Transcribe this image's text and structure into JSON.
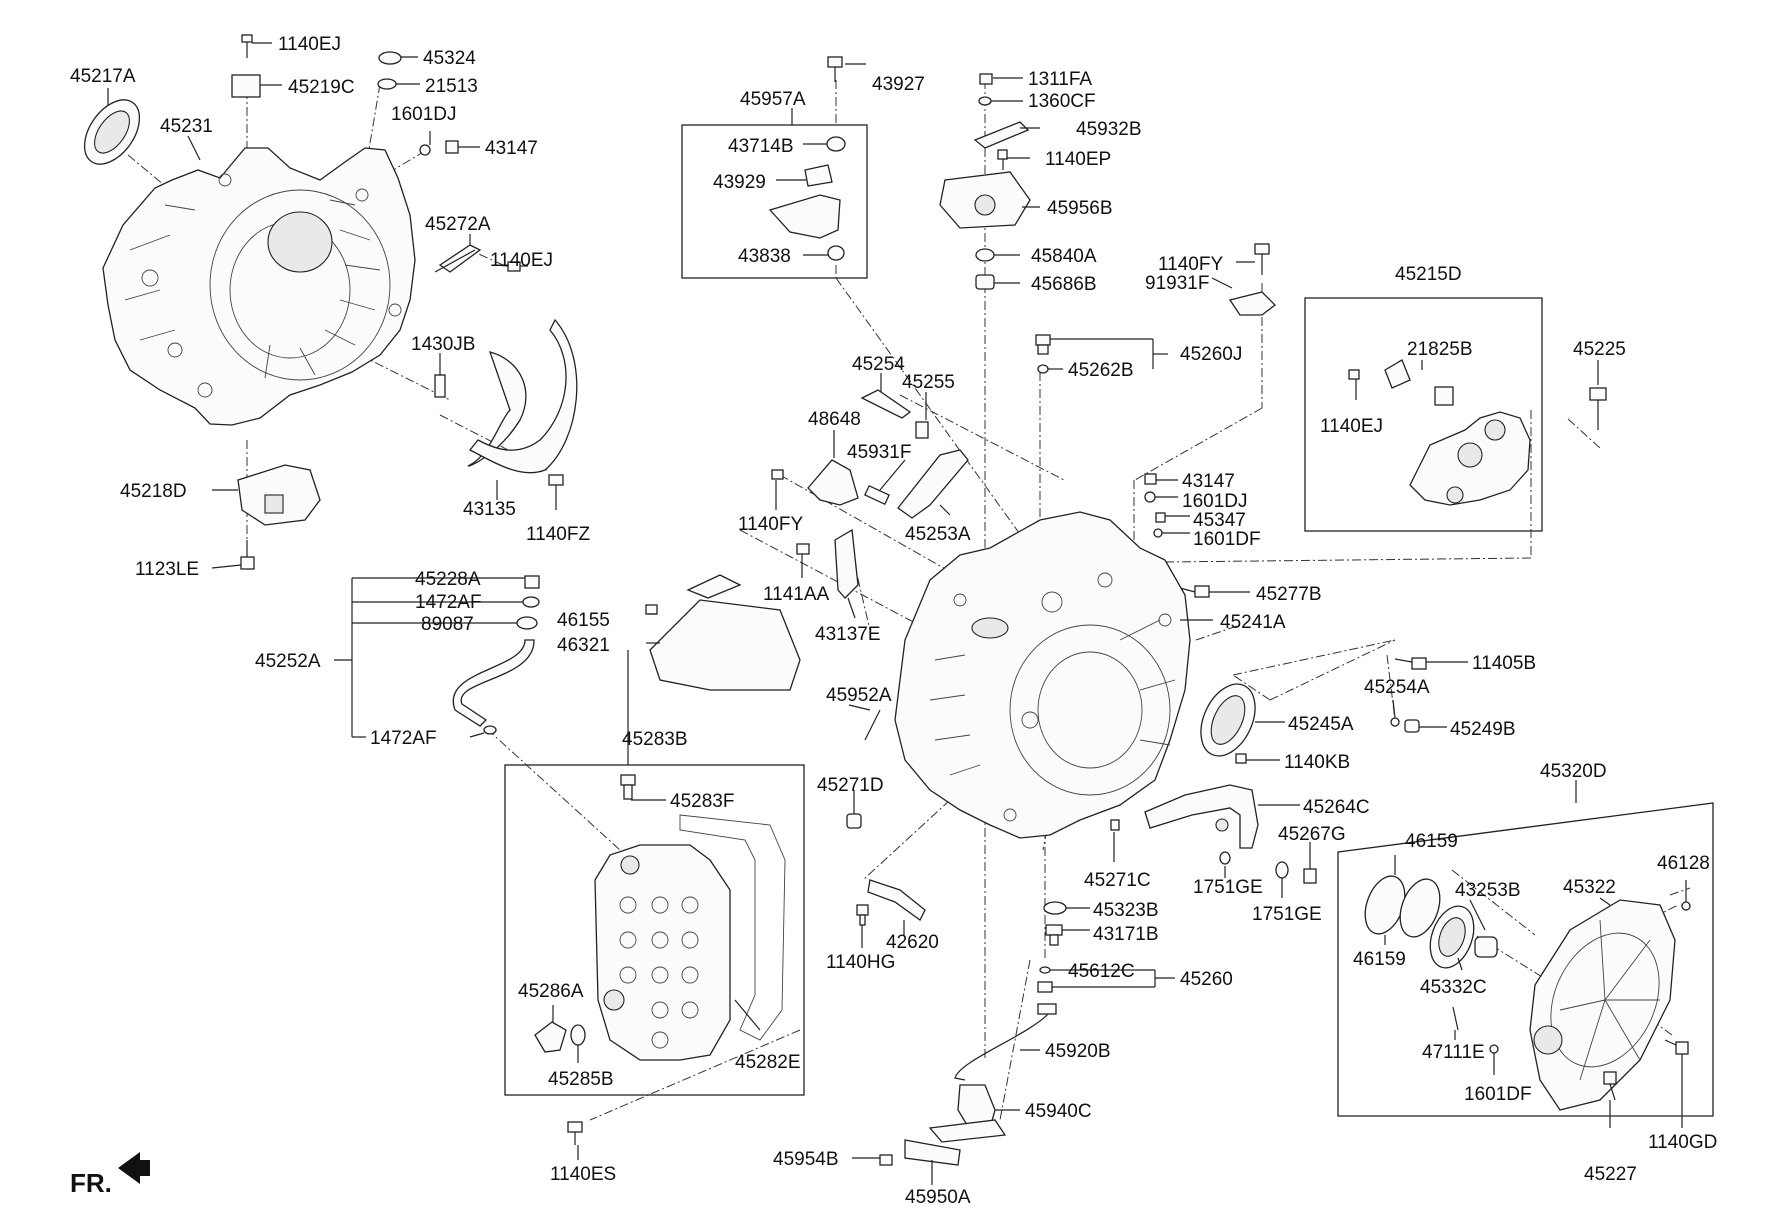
{
  "diagram": {
    "corner_label": "FR.",
    "part_numbers": {
      "p1140EJ_a": "1140EJ",
      "p45324": "45324",
      "p45217A": "45217A",
      "p45219C": "45219C",
      "p21513": "21513",
      "p45231": "45231",
      "p1601DJ_a": "1601DJ",
      "p43147_a": "43147",
      "p45272A": "45272A",
      "p1140EJ_b": "1140EJ",
      "p1430JB": "1430JB",
      "p45218D": "45218D",
      "p43135": "43135",
      "p1140FZ": "1140FZ",
      "p1123LE": "1123LE",
      "p45957A": "45957A",
      "p43927": "43927",
      "p43714B": "43714B",
      "p43929": "43929",
      "p43838": "43838",
      "p1311FA": "1311FA",
      "p1360CF": "1360CF",
      "p45932B": "45932B",
      "p1140EP": "1140EP",
      "p45956B": "45956B",
      "p45840A": "45840A",
      "p45686B": "45686B",
      "p1140FY_a": "1140FY",
      "p91931F": "91931F",
      "p45260J": "45260J",
      "p45262B": "45262B",
      "p45215D": "45215D",
      "p21825B": "21825B",
      "p45225": "45225",
      "p1140EJ_c": "1140EJ",
      "p45254": "45254",
      "p45255": "45255",
      "p48648": "48648",
      "p45931F": "45931F",
      "p1140FY_b": "1140FY",
      "p45253A": "45253A",
      "p43147_b": "43147",
      "p1601DJ_b": "1601DJ",
      "p45347": "45347",
      "p1601DF_a": "1601DF",
      "p45277B": "45277B",
      "p45241A": "45241A",
      "p1141AA": "1141AA",
      "p43137E": "43137E",
      "p46155": "46155",
      "p46321": "46321",
      "p45228A": "45228A",
      "p1472AF_a": "1472AF",
      "p89087": "89087",
      "p45252A": "45252A",
      "p1472AF_b": "1472AF",
      "p11405B": "11405B",
      "p45254A": "45254A",
      "p45249B": "45249B",
      "p45245A": "45245A",
      "p45952A": "45952A",
      "p1140KB": "1140KB",
      "p45264C": "45264C",
      "p45267G": "45267G",
      "p45271D": "45271D",
      "p45271C": "45271C",
      "p1751GE_a": "1751GE",
      "p1751GE_b": "1751GE",
      "p45283B": "45283B",
      "p45283F": "45283F",
      "p42620": "42620",
      "p1140HG": "1140HG",
      "p45323B": "45323B",
      "p43171B": "43171B",
      "p45612C": "45612C",
      "p45260": "45260",
      "p45286A": "45286A",
      "p45285B": "45285B",
      "p45282E": "45282E",
      "p45920B": "45920B",
      "p45940C": "45940C",
      "p45954B": "45954B",
      "p45950A": "45950A",
      "p1140ES": "1140ES",
      "p45320D": "45320D",
      "p46159_a": "46159",
      "p46159_b": "46159",
      "p43253B": "43253B",
      "p45322": "45322",
      "p46128": "46128",
      "p45332C": "45332C",
      "p47111E": "47111E",
      "p1601DF_b": "1601DF",
      "p1140GD": "1140GD",
      "p45227": "45227"
    }
  }
}
